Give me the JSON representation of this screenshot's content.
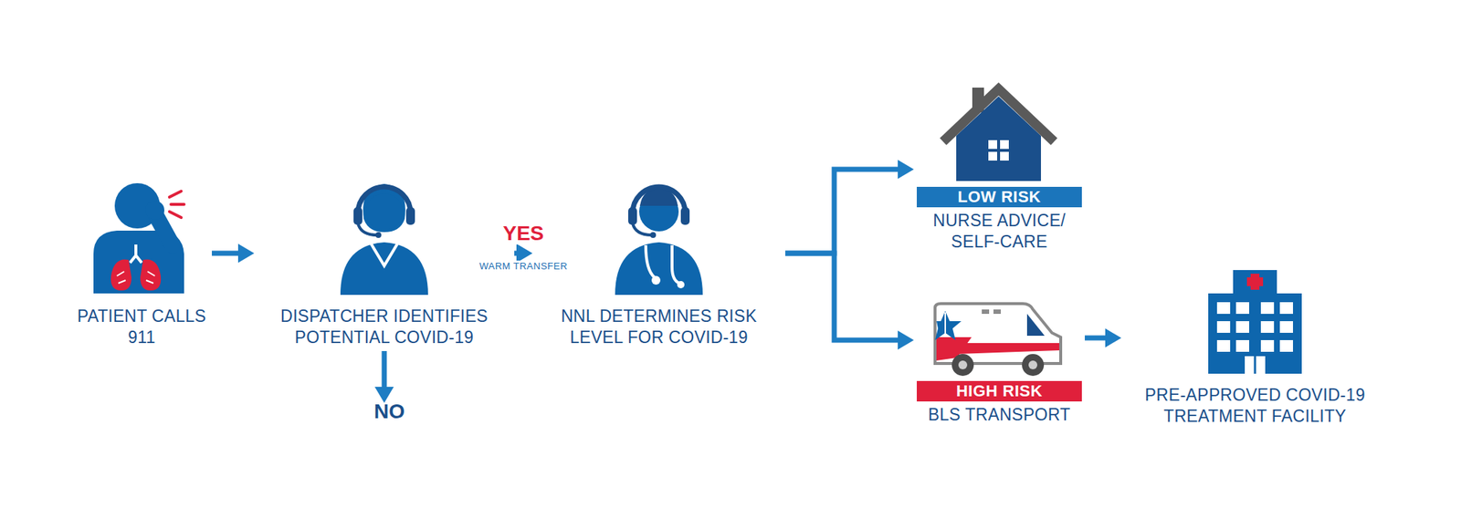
{
  "diagram": {
    "nodes": [
      {
        "text": [
          "PATIENT CALLS 911"
        ]
      },
      {
        "text": [
          "DISPATCHER IDENTIFIES POTENTIAL COVID-19"
        ]
      },
      {
        "text": [
          "NO"
        ]
      },
      {
        "text": [
          "NNL DETERMINES RISK LEVEL FOR COVID-19"
        ]
      },
      {
        "text": [
          "LOW RISK",
          "NURSE ADVICE/ SELF-CARE"
        ]
      },
      {
        "text": [
          "HIGH RISK",
          "BLS TRANSPORT"
        ]
      },
      {
        "text": [
          "PRE-APPROVED COVID-19 TREATMENT FACILITY"
        ]
      }
    ],
    "edges": [
      {
        "from": 0,
        "to": 1,
        "arrow": "to"
      },
      {
        "from": 1,
        "to": 3,
        "arrow": "to",
        "label": "YES"
      },
      {
        "from": 1,
        "to": 2,
        "arrow": "to"
      },
      {
        "from": 3,
        "to": 4,
        "arrow": "to"
      },
      {
        "from": 3,
        "to": 5,
        "arrow": "to"
      },
      {
        "from": 5,
        "to": 6,
        "arrow": "to"
      }
    ],
    "labels": [
      "WARM TRANSFER"
    ]
  }
}
